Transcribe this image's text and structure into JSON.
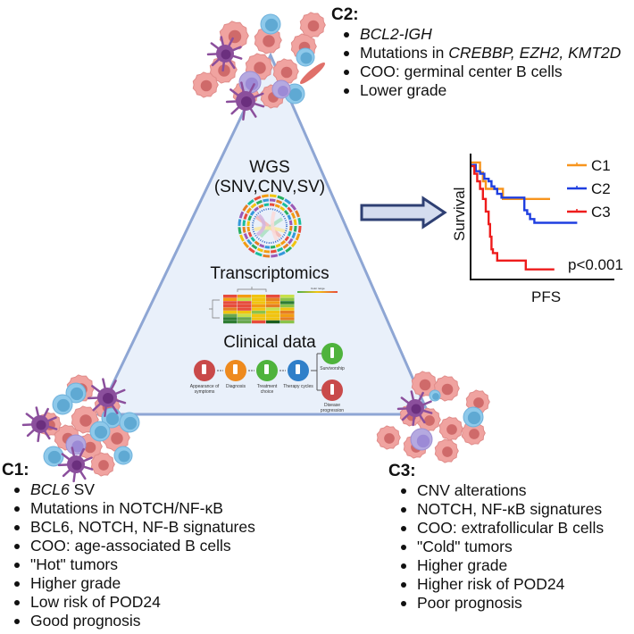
{
  "center": {
    "wgs_title": "WGS",
    "wgs_subtitle": "(SNV,CNV,SV)",
    "transcriptomics_title": "Transcriptomics",
    "clinical_title": "Clinical data",
    "heatmap_legend_label": "Color range",
    "clinical_steps": [
      {
        "label": "Appearance of symptoms",
        "color": "#c94a4a",
        "icon": "patient-iv-icon"
      },
      {
        "label": "Diagnosis",
        "color": "#ee8a1e",
        "icon": "magnifier-icon"
      },
      {
        "label": "Treatment choice",
        "color": "#4fb33c",
        "icon": "hospital-icon"
      },
      {
        "label": "Therapy cycles",
        "color": "#2f7fc9",
        "icon": "bed-icon"
      }
    ],
    "clinical_outcomes": [
      {
        "label": "Survivorship",
        "color": "#4fb33c",
        "icon": "person-icon"
      },
      {
        "label": "Disease progression",
        "color": "#c94a4a",
        "icon": "patient-iv-icon"
      }
    ]
  },
  "clusters": {
    "c1": {
      "title": "C1:",
      "items": [
        {
          "italic": "BCL6",
          "text": " SV"
        },
        {
          "italic": "",
          "text": "Mutations in NOTCH/NF-κB"
        },
        {
          "italic": "",
          "text": "BCL6, NOTCH, NF-B signatures"
        },
        {
          "italic": "",
          "text": "COO: age-associated B cells"
        },
        {
          "italic": "",
          "text": "\"Hot\" tumors"
        },
        {
          "italic": "",
          "text": "Higher grade"
        },
        {
          "italic": "",
          "text": "Low risk of POD24"
        },
        {
          "italic": "",
          "text": "Good prognosis"
        }
      ]
    },
    "c2": {
      "title": "C2:",
      "items": [
        {
          "italic": "BCL2-IGH",
          "text": ""
        },
        {
          "prefix": "Mutations in ",
          "italic": "CREBBP, EZH2, KMT2D",
          "text": ""
        },
        {
          "italic": "",
          "text": "COO: germinal center B cells"
        },
        {
          "italic": "",
          "text": "Lower grade"
        }
      ]
    },
    "c3": {
      "title": "C3:",
      "items": [
        {
          "italic": "",
          "text": "CNV alterations"
        },
        {
          "italic": "",
          "text": "NOTCH, NF-κB signatures"
        },
        {
          "italic": "",
          "text": "COO: extrafollicular B cells"
        },
        {
          "italic": "",
          "text": "\"Cold\" tumors"
        },
        {
          "italic": "",
          "text": "Higher grade"
        },
        {
          "italic": "",
          "text": "Higher risk of POD24"
        },
        {
          "italic": "",
          "text": "Poor prognosis"
        }
      ]
    }
  },
  "colors": {
    "triangle_fill": "#e9f0fa",
    "triangle_stroke": "#8ea6d4",
    "arrow_fill": "#d4dcef",
    "arrow_stroke": "#2e3f73",
    "tumor_cell": "#f0a3a0",
    "tumor_nucleus": "#cf6a6a",
    "t_cell": "#8ec9ea",
    "t_cell_core": "#5fa9d3",
    "macrophage": "#8b4f9c",
    "b_cell": "#b5a9e0"
  },
  "chart_data": {
    "type": "line",
    "subtype": "kaplan-meier",
    "title": "",
    "xlabel": "PFS",
    "ylabel": "Survival",
    "xlim": [
      0,
      1
    ],
    "ylim": [
      0,
      1
    ],
    "grid": false,
    "legend_position": "top-right",
    "annotation": "p<0.001",
    "series": [
      {
        "name": "C1",
        "color": "#f7941d",
        "x": [
          0,
          0.04,
          0.06,
          0.08,
          0.1,
          0.2,
          0.22,
          0.55
        ],
        "y": [
          0.93,
          0.93,
          0.85,
          0.78,
          0.72,
          0.72,
          0.64,
          0.64
        ]
      },
      {
        "name": "C2",
        "color": "#1f3fe0",
        "x": [
          0,
          0.03,
          0.06,
          0.09,
          0.12,
          0.14,
          0.16,
          0.18,
          0.21,
          0.35,
          0.37,
          0.39,
          0.41,
          0.44,
          0.74
        ],
        "y": [
          0.91,
          0.86,
          0.84,
          0.8,
          0.78,
          0.74,
          0.72,
          0.68,
          0.65,
          0.65,
          0.55,
          0.52,
          0.48,
          0.45,
          0.45
        ]
      },
      {
        "name": "C3",
        "color": "#ee1c1c",
        "x": [
          0,
          0.02,
          0.04,
          0.06,
          0.08,
          0.1,
          0.12,
          0.13,
          0.14,
          0.15,
          0.18,
          0.36,
          0.38,
          0.58
        ],
        "y": [
          0.9,
          0.84,
          0.78,
          0.72,
          0.64,
          0.54,
          0.44,
          0.34,
          0.24,
          0.21,
          0.15,
          0.15,
          0.08,
          0.08
        ]
      }
    ]
  }
}
